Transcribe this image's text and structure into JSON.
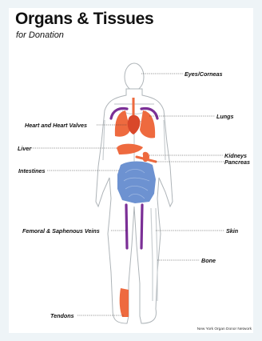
{
  "header": {
    "title": "Organs & Tissues",
    "subtitle": "for Donation"
  },
  "labels": {
    "eyes": "Eyes/Corneas",
    "lungs": "Lungs",
    "heart": "Heart and Heart Valves",
    "liver": "Liver",
    "kidneys": "Kidneys",
    "pancreas": "Pancreas",
    "intestines": "Intestines",
    "veins": "Femoral & Saphenous Veins",
    "skin": "Skin",
    "bone": "Bone",
    "tendons": "Tendons"
  },
  "credit": "New York Organ Donor Network",
  "colors": {
    "organ": "#ee6a3f",
    "intestine": "#6d92d1",
    "vein": "#7b2f96",
    "outline": "#aeb4b8",
    "bone": "#d7dbdd",
    "background": "#eef4f7"
  }
}
